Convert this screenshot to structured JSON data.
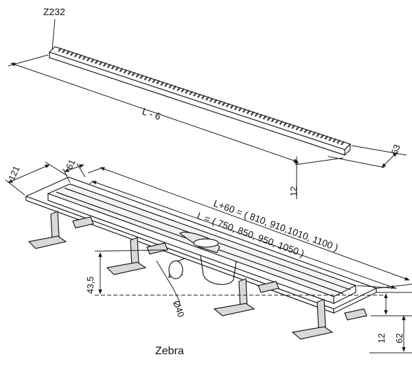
{
  "drawing": {
    "part_code": "Z232",
    "grate_length": "L - 6",
    "grate_width": "53",
    "grate_height": "12",
    "channel_width_outer": "121",
    "channel_width_inner": "61",
    "total_length": "L+60 = ( 810, 910,1010, 1100 )",
    "nominal_length": "L = ( 750, 850, 950, 1050 )",
    "flange_height": "12",
    "total_height": "62",
    "outlet_height": "43,5",
    "outlet_diameter": "Ø40",
    "caption": "Zebra"
  },
  "colors": {
    "line": "#1a1a1a",
    "hatch": "#666666",
    "leg_fill": "#d9d9d9"
  }
}
